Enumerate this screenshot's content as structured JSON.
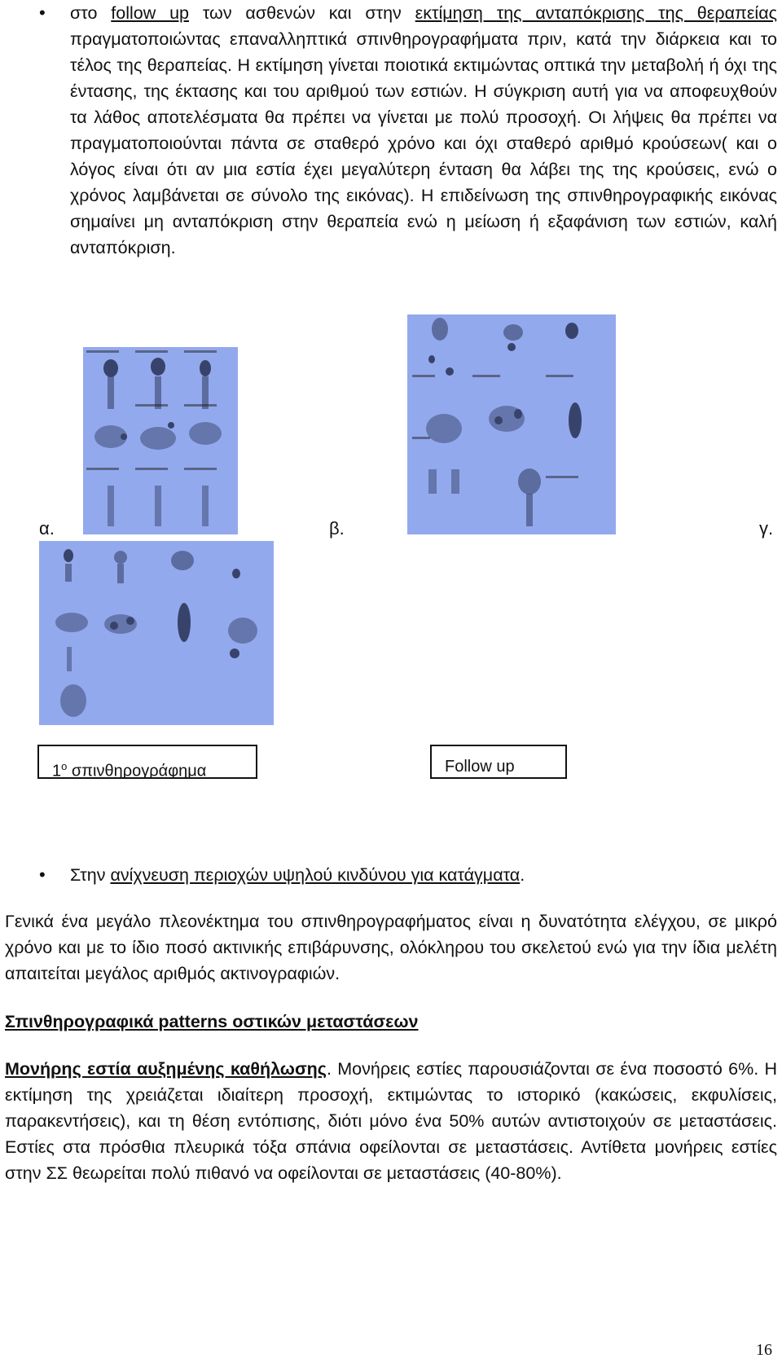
{
  "bullet_symbol": "•",
  "para1": {
    "t1": "στο ",
    "link1": "follow up",
    "t2": " των ασθενών και στην ",
    "link2": "εκτίμηση της ανταπόκρισης της θεραπείας",
    "t3": " πραγματοποιώντας επαναλληπτικά σπινθηρογραφήματα πριν, κατά την διάρκεια και το τέλος της θεραπείας. Η εκτίμηση γίνεται ποιοτικά εκτιμώντας οπτικά την μεταβολή ή όχι της έντασης, της έκτασης και του αριθμού των εστιών. Η σύγκριση αυτή για να αποφευχθούν τα λάθος αποτελέσματα θα πρέπει να γίνεται με πολύ προσοχή. Οι λήψεις θα πρέπει να πραγματοποιούνται πάντα σε σταθερό χρόνο και όχι σταθερό αριθμό κρούσεων( και ο λόγος είναι ότι αν μια εστία έχει μεγαλύτερη ένταση θα λάβει της της κρούσεις, ενώ ο χρόνος λαμβάνεται σε σύνολο της εικόνας). Η επιδείνωση της σπινθηρογραφικής εικόνας σημαίνει μη ανταπόκριση στην θεραπεία ενώ η μείωση ή εξαφάνιση των εστιών, καλή ανταπόκριση."
  },
  "figure": {
    "label_a": "α.",
    "label_b": "β.",
    "label_c": "γ.",
    "caption_left_num": "1",
    "caption_left_sup": "ο",
    "caption_left_text": " σπινθηρογράφημα",
    "caption_right": "Follow up",
    "scan_color": "#93a9ee",
    "uptake_color": "#1a2240"
  },
  "bullet2": {
    "t1": "Στην ",
    "link": "ανίχνευση περιοχών υψηλού κινδύνου για κατάγματα",
    "t2": "."
  },
  "para2": "Γενικά ένα μεγάλο πλεονέκτημα του σπινθηρογραφήματος είναι η δυνατότητα ελέγχου, σε μικρό χρόνο και με το ίδιο ποσό ακτινικής επιβάρυνσης, ολόκληρου του σκελετού ενώ για την ίδια μελέτη απαιτείται μεγάλος αριθμός ακτινογραφιών.",
  "heading": "Σπινθηρογραφικά patterns οστικών μεταστάσεων",
  "para3": {
    "bold": "Μονήρης εστία αυξημένης καθήλωσης",
    "rest": ". Μονήρεις εστίες παρουσιάζονται σε ένα ποσοστό 6%. Η εκτίμηση της χρειάζεται ιδιαίτερη προσοχή, εκτιμώντας το ιστορικό (κακώσεις, εκφυλίσεις, παρακεντήσεις), και τη θέση εντόπισης, διότι μόνο ένα 50% αυτών αντιστοιχούν σε μεταστάσεις. Εστίες στα πρόσθια πλευρικά τόξα σπάνια οφείλονται σε μεταστάσεις. Αντίθετα μονήρεις εστίες στην ΣΣ θεωρείται πολύ πιθανό να οφείλονται σε μεταστάσεις (40-80%)."
  },
  "page_number": "16"
}
